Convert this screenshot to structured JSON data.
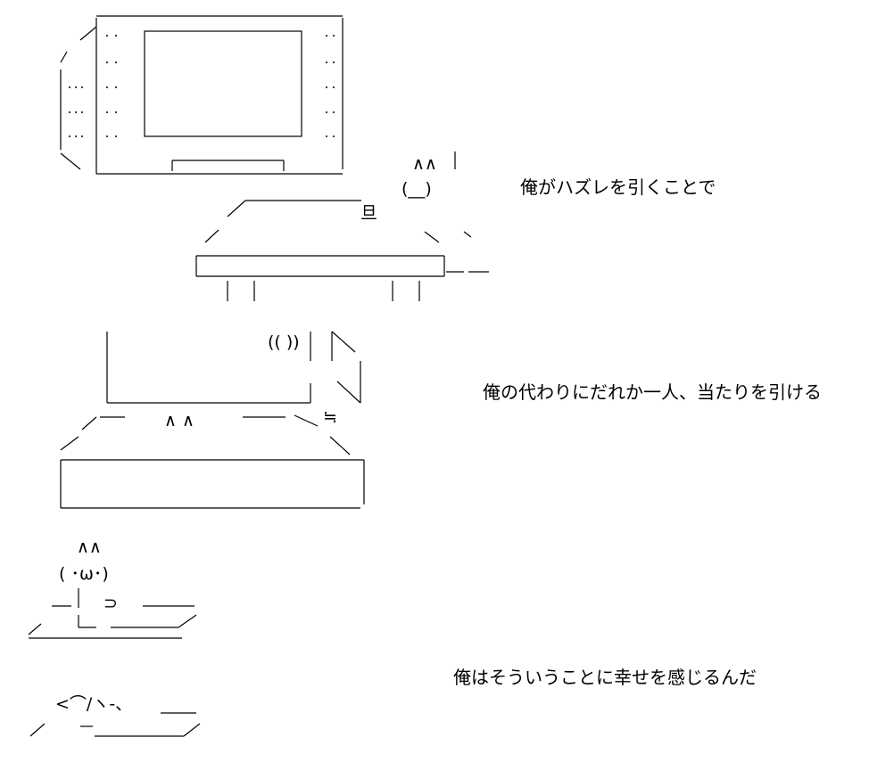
{
  "captions": [
    "俺がハズレを引くことで",
    "俺の代わりにだれか一人、当たりを引ける",
    "俺はそういうことに幸せを感じるんだ"
  ],
  "art": {
    "machine_eyes": "∧∧",
    "machine_cup": "旦",
    "machine_face_mouth": "(__)",
    "pachinko_eyes": "∧ ∧",
    "pachinko_marks": "((  ))",
    "pachinko_sym": "≒",
    "cat_eyes": "∧∧",
    "cat_face": "( ･ω･)",
    "cat_arm": "⊃",
    "bottom_marks": "<⌒/ヽ-、"
  }
}
